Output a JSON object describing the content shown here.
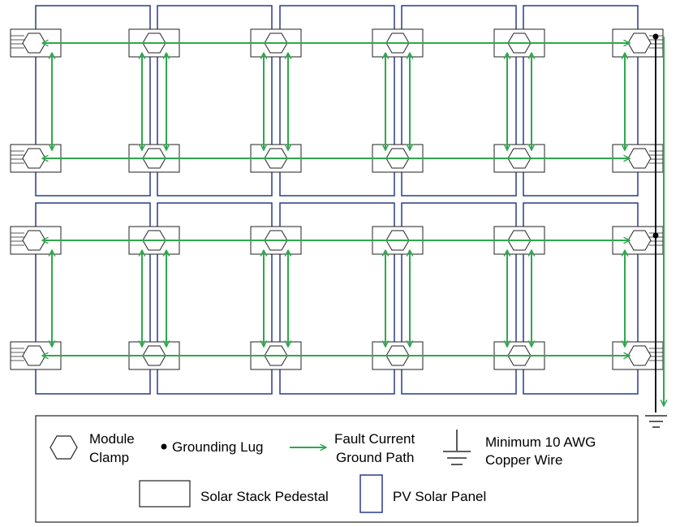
{
  "colors": {
    "panel_border": "#2b3a8c",
    "pedestal_border": "#222222",
    "fault_path": "#2ea84e",
    "ground_wire": "#000000"
  },
  "legend": {
    "module_clamp": {
      "icon": "hexagon-icon",
      "label_line1": "Module",
      "label_line2": "Clamp"
    },
    "grounding_lug": {
      "icon": "dot-icon",
      "label": "Grounding Lug"
    },
    "fault_current": {
      "icon": "green-arrow-icon",
      "label_line1": "Fault Current",
      "label_line2": "Ground Path"
    },
    "ground_wire": {
      "icon": "earth-ground-icon",
      "label_line1": "Minimum 10 AWG",
      "label_line2": "Copper Wire"
    },
    "pedestal": {
      "icon": "rectangle-icon",
      "label": "Solar Stack Pedestal"
    },
    "panel": {
      "icon": "tall-rectangle-icon",
      "label": "PV Solar Panel"
    }
  }
}
